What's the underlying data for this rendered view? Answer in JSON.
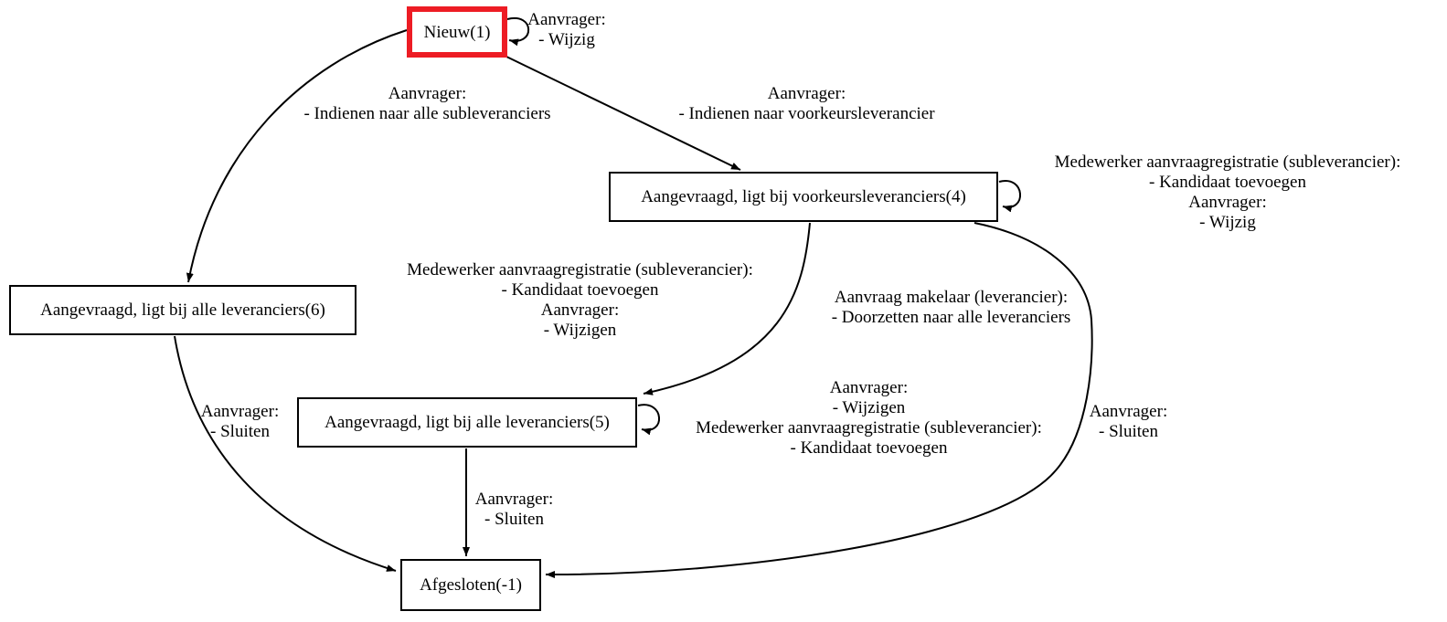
{
  "diagram": {
    "background_color": "#ffffff",
    "line_color": "#000000",
    "highlight_border_color": "#ed1c24",
    "language": "nl"
  },
  "nodes": {
    "nieuw": {
      "label": "Nieuw(1)",
      "highlighted": true
    },
    "aangevraagd_voorkeur": {
      "label": "Aangevraagd, ligt bij voorkeursleveranciers(4)",
      "highlighted": false
    },
    "aangevraagd_alle_6": {
      "label": "Aangevraagd, ligt bij alle leveranciers(6)",
      "highlighted": false
    },
    "aangevraagd_alle_5": {
      "label": "Aangevraagd, ligt bij alle leveranciers(5)",
      "highlighted": false
    },
    "afgesloten": {
      "label": "Afgesloten(-1)",
      "highlighted": false
    }
  },
  "edge_labels": {
    "nieuw_self": {
      "lines": [
        "Aanvrager:",
        "- Wijzig"
      ]
    },
    "nieuw_to_alle": {
      "lines": [
        "Aanvrager:",
        "- Indienen naar alle subleveranciers"
      ]
    },
    "nieuw_to_voorkeur": {
      "lines": [
        "Aanvrager:",
        "- Indienen naar voorkeursleverancier"
      ]
    },
    "voorkeur_self": {
      "lines": [
        "Medewerker aanvraagregistratie (subleverancier):",
        "- Kandidaat toevoegen",
        "Aanvrager:",
        "- Wijzig"
      ]
    },
    "alle6_self": {
      "lines": [
        "Medewerker aanvraagregistratie (subleverancier):",
        "- Kandidaat toevoegen",
        "Aanvrager:",
        "- Wijzigen"
      ]
    },
    "voorkeur_to_alle5": {
      "lines": [
        "Aanvraag makelaar (leverancier):",
        "- Doorzetten naar alle leveranciers"
      ]
    },
    "alle5_self": {
      "lines": [
        "Aanvrager:",
        "- Wijzigen",
        "Medewerker aanvraagregistratie (subleverancier):",
        "- Kandidaat toevoegen"
      ]
    },
    "alle6_to_afgesloten": {
      "lines": [
        "Aanvrager:",
        "- Sluiten"
      ]
    },
    "alle5_to_afgesloten": {
      "lines": [
        "Aanvrager:",
        "- Sluiten"
      ]
    },
    "voorkeur_to_afgesloten": {
      "lines": [
        "Aanvrager:",
        "- Sluiten"
      ]
    }
  }
}
